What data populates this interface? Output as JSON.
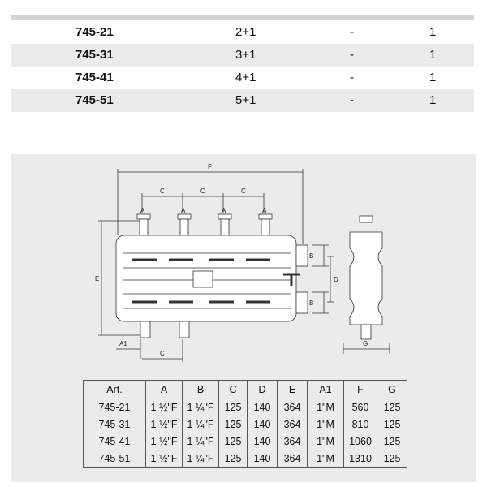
{
  "summary_rows": [
    {
      "art": "745-21",
      "col2": "2+1",
      "col3": "-",
      "col4": "1"
    },
    {
      "art": "745-31",
      "col2": "3+1",
      "col3": "-",
      "col4": "1"
    },
    {
      "art": "745-41",
      "col2": "4+1",
      "col3": "-",
      "col4": "1"
    },
    {
      "art": "745-51",
      "col2": "5+1",
      "col3": "-",
      "col4": "1"
    }
  ],
  "drawing_labels": {
    "F": "F",
    "C": "C",
    "A": "A",
    "E": "E",
    "B": "B",
    "D": "D",
    "A1": "A1",
    "G": "G"
  },
  "spec_table": {
    "headers": [
      "Art.",
      "A",
      "B",
      "C",
      "D",
      "E",
      "A1",
      "F",
      "G"
    ],
    "rows": [
      [
        "745-21",
        "1 ½\"F",
        "1 ¼\"F",
        "125",
        "140",
        "364",
        "1\"M",
        "560",
        "125"
      ],
      [
        "745-31",
        "1 ½\"F",
        "1 ¼\"F",
        "125",
        "140",
        "364",
        "1\"M",
        "810",
        "125"
      ],
      [
        "745-41",
        "1 ½\"F",
        "1 ¼\"F",
        "125",
        "140",
        "364",
        "1\"M",
        "1060",
        "125"
      ],
      [
        "745-51",
        "1 ½\"F",
        "1 ¼\"F",
        "125",
        "140",
        "364",
        "1\"M",
        "1310",
        "125"
      ]
    ]
  }
}
